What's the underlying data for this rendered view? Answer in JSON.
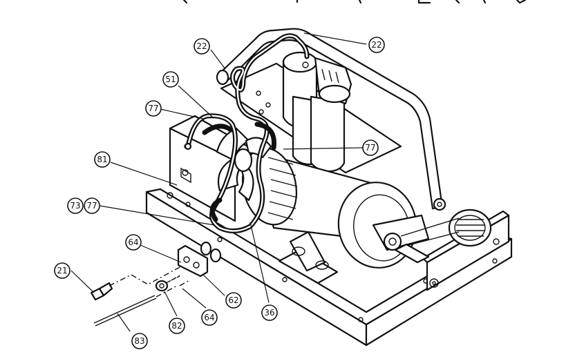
{
  "callouts": [
    {
      "id": "c-22a",
      "label": "22"
    },
    {
      "id": "c-22b",
      "label": "22"
    },
    {
      "id": "c-51",
      "label": "51"
    },
    {
      "id": "c-77a",
      "label": "77"
    },
    {
      "id": "c-77b",
      "label": "77"
    },
    {
      "id": "c-81",
      "label": "81"
    },
    {
      "id": "c-73",
      "label": "73"
    },
    {
      "id": "c-77c",
      "label": "77"
    },
    {
      "id": "c-64a",
      "label": "64"
    },
    {
      "id": "c-21",
      "label": "21"
    },
    {
      "id": "c-62",
      "label": "62"
    },
    {
      "id": "c-36",
      "label": "36"
    },
    {
      "id": "c-82",
      "label": "82"
    },
    {
      "id": "c-64b",
      "label": "64"
    },
    {
      "id": "c-83",
      "label": "83"
    }
  ]
}
